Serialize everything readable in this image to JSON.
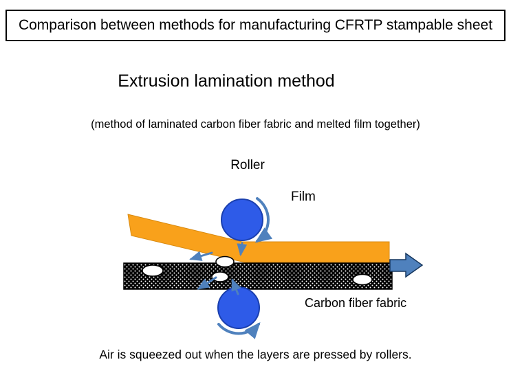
{
  "page": {
    "title": "Comparison between methods for manufacturing CFRTP stampable sheet"
  },
  "content": {
    "heading": "Extrusion lamination method",
    "subtitle": "(method of laminated carbon fiber fabric and melted film together)",
    "caption": "Air is squeezed out when the layers are pressed by rollers."
  },
  "diagram": {
    "labels": {
      "roller": "Roller",
      "film": "Film",
      "fabric": "Carbon fiber fabric"
    },
    "colors": {
      "film_fill": "#F9A11B",
      "film_stroke": "#D88A10",
      "roller_fill": "#2E5BE8",
      "roller_stroke": "#1A3FAE",
      "fabric_fill": "#000000",
      "bubble_fill": "#FFFFFF",
      "arrow_fill": "#4F81BD",
      "arrow_stroke": "#17375E"
    }
  }
}
